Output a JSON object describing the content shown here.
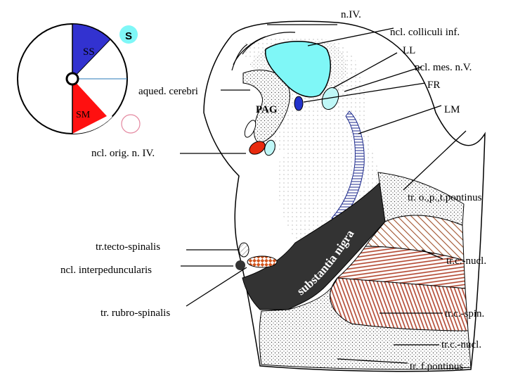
{
  "labels": {
    "n_iv": "n.IV.",
    "ncl_colliculi_inf": "ncl. colliculi inf.",
    "ll": "LL",
    "ncl_mes_nv": "ncl. mes. n.V.",
    "fr": "FR",
    "lm": "LM",
    "aqued_cerebri": "aqued. cerebri",
    "pag": "PAG",
    "ncl_orig_niv": "ncl. orig. n. IV.",
    "tr_op_pontinus": "tr. o.,p.,t.pontinus",
    "tr_tecto_spinalis": "tr.tecto-spinalis",
    "ncl_interpeduncularis": "ncl. interpeduncularis",
    "tr_rubro_spinalis": "tr. rubro-spinalis",
    "tr_c_nucl_1": "tr.c.-nucl.",
    "tr_c_spin": "tr.c.-spin.",
    "tr_c_nucl_2": "tr.c.-nucl.",
    "tr_f_pontinus": "tr. f.pontinus",
    "substantia_nigra": "substantia nigra"
  },
  "legend": {
    "s": "S",
    "ss": "SS",
    "sm": "SM"
  },
  "colors": {
    "collicular_nucleus": "#7ff7f7",
    "trochlear_nucleus": "#e82a0e",
    "fr_bundle": "#2233cc",
    "ss_sector": "#3232d0",
    "sm_sector": "#ff1010",
    "substantia_nigra": "#333333",
    "medial_lemniscus": "#1d2a8c",
    "label_tag_s": "#7ff7f7",
    "pink_circle": "#e4879f"
  }
}
